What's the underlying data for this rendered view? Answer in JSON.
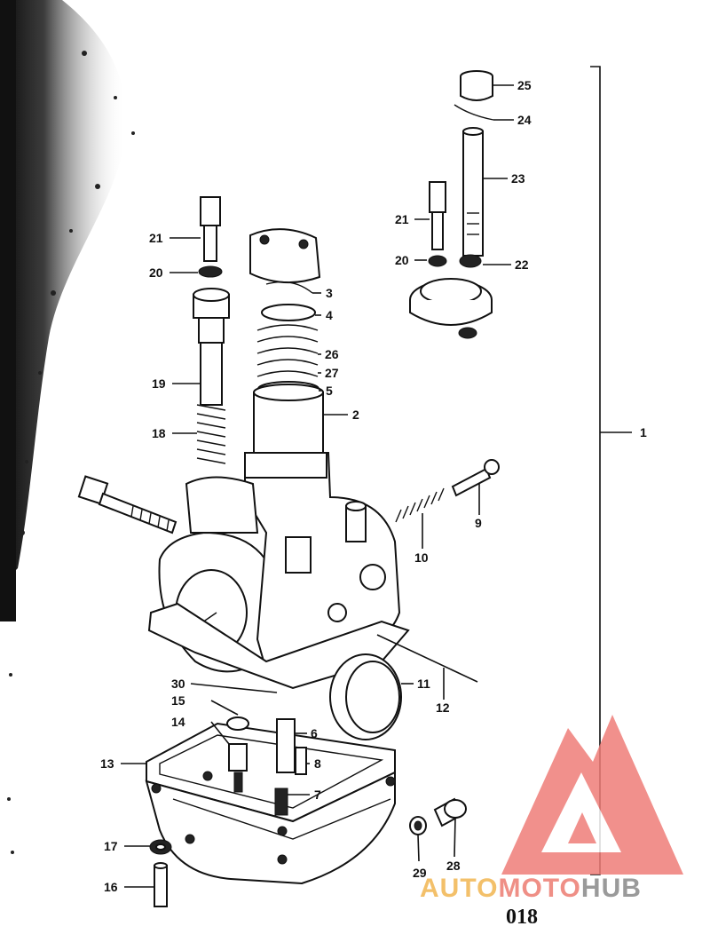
{
  "diagram": {
    "page_number": "018",
    "watermark": {
      "part1": "AUTO",
      "part2": "MOTO",
      "part3": "HUB",
      "colors": {
        "part1": "#f3c06a",
        "part2": "#ef8f86",
        "part3": "#9a9a9a",
        "triangle": "#ef7d78"
      }
    },
    "callouts": {
      "c1": "1",
      "c2": "2",
      "c3": "3",
      "c4": "4",
      "c5": "5",
      "c6": "6",
      "c7": "7",
      "c8": "8",
      "c9": "9",
      "c10": "10",
      "c11": "11",
      "c12": "12",
      "c13": "13",
      "c14": "14",
      "c15": "15",
      "c16": "16",
      "c17": "17",
      "c18": "18",
      "c19": "19",
      "c20a": "20",
      "c21a": "21",
      "c20b": "20",
      "c21b": "21",
      "c22": "22",
      "c23": "23",
      "c24": "24",
      "c25": "25",
      "c26": "26",
      "c27": "27",
      "c28": "28",
      "c29": "29",
      "c30": "30"
    }
  }
}
